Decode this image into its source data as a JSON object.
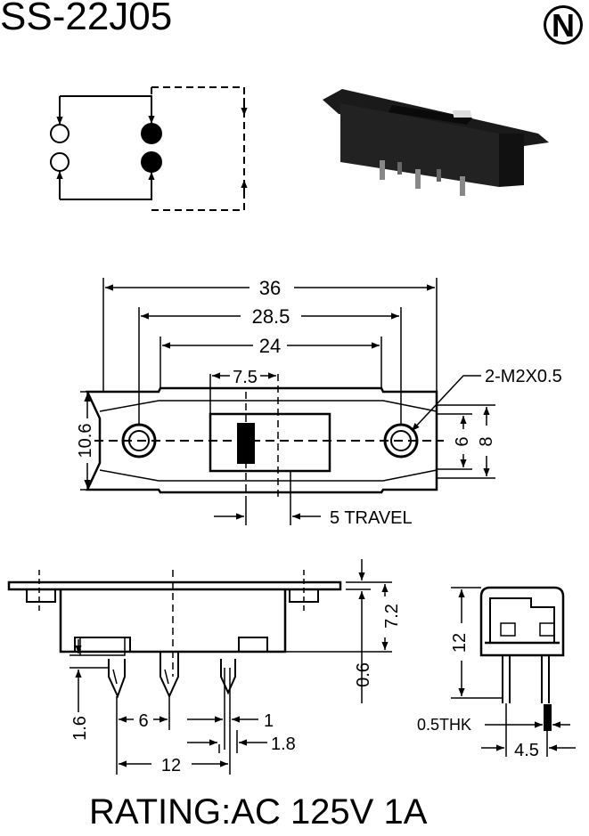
{
  "header": {
    "model": "SS-22J05",
    "logo_letter": "N"
  },
  "schematic": {
    "contacts": 4
  },
  "top_view": {
    "dims": {
      "overall": "36",
      "mount_pitch": "28.5",
      "body": "24",
      "actuator": "7.5",
      "height": "10.6",
      "inner_6": "6",
      "inner_8": "8",
      "travel": "5 TRAVEL",
      "screw": "2-M2X0.5"
    }
  },
  "front_view": {
    "dims": {
      "height": "7.2",
      "thickness": "0.6",
      "pin_len": "1.6",
      "pitch": "6",
      "pin_width": "1",
      "pin_pitch_b": "1.8",
      "span": "12"
    }
  },
  "side_view": {
    "dims": {
      "height": "12",
      "thk": "0.5THK",
      "width": "4.5"
    }
  },
  "footer": {
    "rating": "RATING:AC 125V 1A"
  }
}
